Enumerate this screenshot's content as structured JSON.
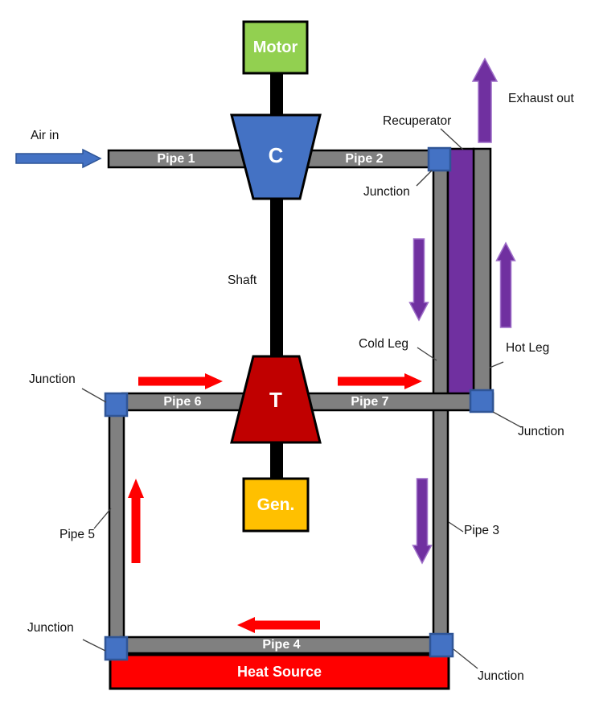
{
  "diagram_type": "recuperated-brayton-cycle-schematic",
  "components": {
    "motor_label": "Motor",
    "compressor_label": "C",
    "turbine_label": "T",
    "generator_label": "Gen.",
    "heat_source_label": "Heat Source"
  },
  "pipes": {
    "pipe1": "Pipe 1",
    "pipe2": "Pipe 2",
    "pipe3": "Pipe 3",
    "pipe4": "Pipe 4",
    "pipe5": "Pipe 5",
    "pipe6": "Pipe 6",
    "pipe7": "Pipe 7"
  },
  "labels": {
    "air_in": "Air in",
    "exhaust_out": "Exhaust out",
    "recuperator": "Recuperator",
    "junction": "Junction",
    "cold_leg": "Cold Leg",
    "hot_leg": "Hot Leg",
    "shaft": "Shaft"
  },
  "colors": {
    "pipe_gray": "#808080",
    "component_blue": "#4472C4",
    "junction_border_blue": "#2F5597",
    "motor_green": "#92D050",
    "turbine_dark_red": "#C00000",
    "generator_gold": "#FFC000",
    "heat_source_red": "#FF0000",
    "flow_arrow_red": "#FF0000",
    "recuperator_purple": "#7030A0",
    "shaft_black": "#000000",
    "outline_black": "#000000"
  },
  "flows": {
    "cold_side": "Air in > Pipe 1 > C > Pipe 2 > Cold Leg > Pipe 3 > Pipe 4 (Heat Source) > Pipe 5 > Pipe 6 > T",
    "hot_side": "T > Pipe 7 > Hot Leg > Exhaust out"
  }
}
